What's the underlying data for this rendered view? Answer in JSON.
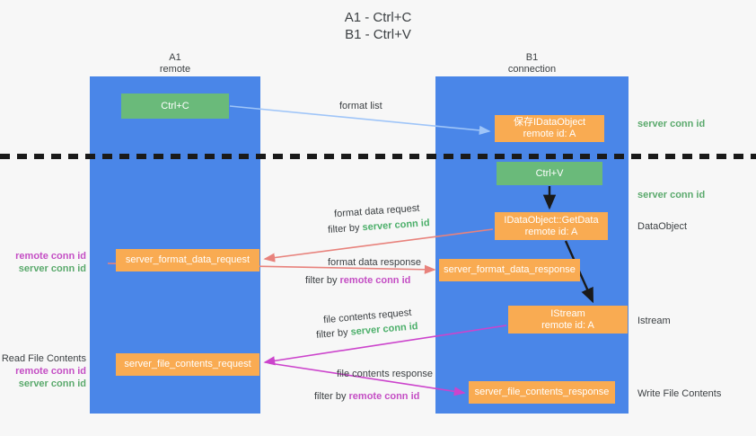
{
  "title": "A1 - Ctrl+C\nB1 - Ctrl+V",
  "lanes": [
    {
      "name": "A1",
      "sub": "remote",
      "header": "A1\nremote",
      "color": "#4a86e8"
    },
    {
      "name": "B1",
      "sub": "connection",
      "header": "B1\nconnection",
      "color": "#4a86e8"
    }
  ],
  "boxes": {
    "ctrl_c": "Ctrl+C",
    "ctrl_v": "Ctrl+V",
    "save_dataobject": "保存IDataObject\nremote id: A",
    "getdata": "IDataObject::GetData\nremote id: A",
    "istream": "IStream\nremote id: A",
    "server_format_data_request": "server_format_data_request",
    "server_format_data_response": "server_format_data_response",
    "server_file_contents_request": "server_file_contents_request",
    "server_file_contents_response": "server_file_contents_response"
  },
  "side_labels": {
    "server_conn_id_1": "server conn id",
    "server_conn_id_2": "server conn id",
    "dataobject": "DataObject",
    "istream": "Istream",
    "write_file_contents": "Write File Contents"
  },
  "left_labels": {
    "remote_conn_id_1": "remote conn id",
    "server_conn_id_1": "server conn id",
    "read_file_contents": "Read File Contents",
    "remote_conn_id_2": "remote conn id",
    "server_conn_id_2": "server conn id"
  },
  "flow_labels": {
    "format_list": "format list",
    "format_data_request": "format data request",
    "filter_by_prefix": "filter by ",
    "server_conn_id": "server conn id",
    "remote_conn_id": "remote conn id",
    "format_data_response": "format data response",
    "file_contents_request": "file contents request",
    "file_contents_response": "file contents response"
  },
  "colors": {
    "lane_blue": "#4a86e8",
    "box_orange": "#f9ab52",
    "box_green": "#6aba7a",
    "text_green": "#4caf6a",
    "text_magenta": "#c44ec4",
    "arrow_lightblue": "#9fc5f8",
    "arrow_red": "#e8827c",
    "arrow_magenta": "#cc44cc",
    "arrow_dark": "#1a1a1a",
    "background": "#f7f7f7"
  }
}
